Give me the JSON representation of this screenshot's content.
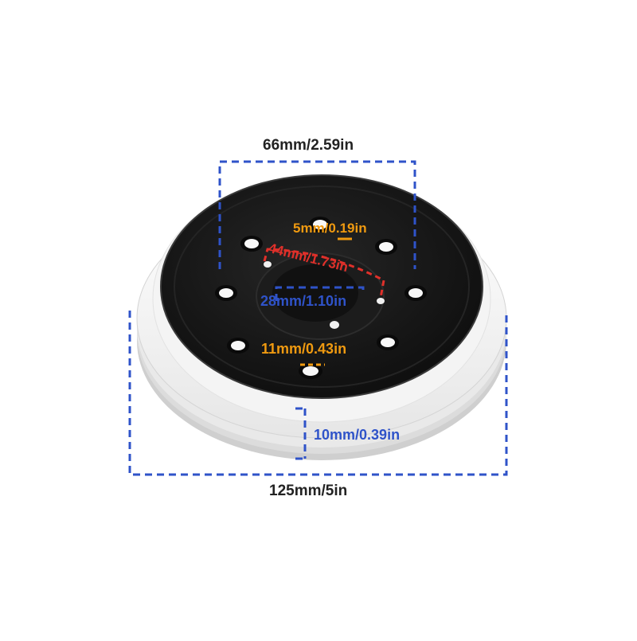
{
  "labels": {
    "pad_diameter": "125mm/5in",
    "top_width": "66mm/2.59in",
    "small_hole": "5mm/0.19in",
    "hole_circle": "44mm/1.73in",
    "center_hole": "28mm/1.10in",
    "large_hole": "11mm/0.43in",
    "thickness": "10mm/0.39in"
  },
  "colors": {
    "dimension_blue": "#2f53c9",
    "dimension_orange": "#f09a10",
    "dimension_red": "#e0302a",
    "text_dark": "#222222",
    "pad_black": "#141414",
    "pad_white": "#f4f4f4"
  }
}
